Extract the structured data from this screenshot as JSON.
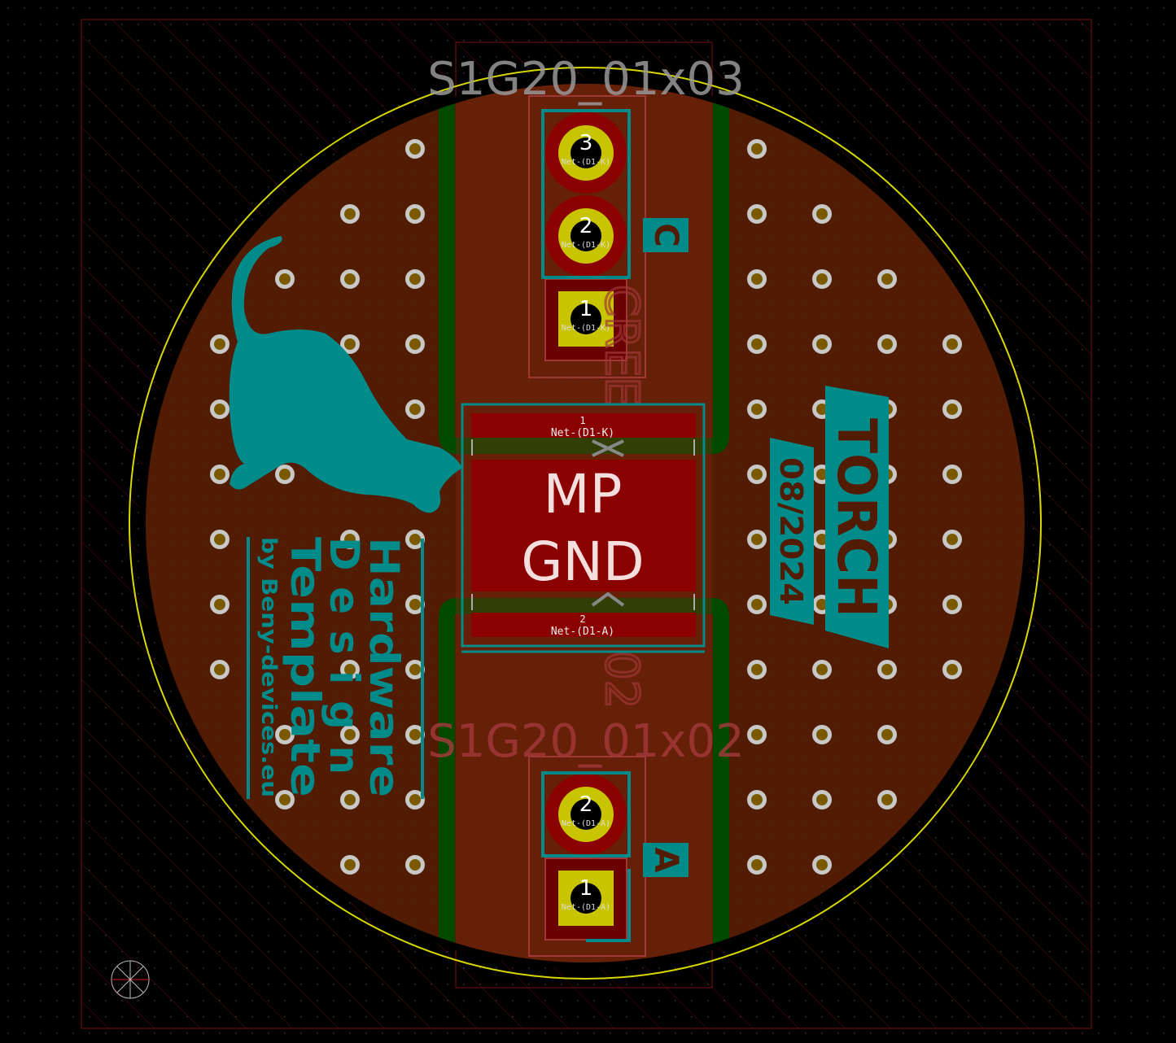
{
  "colors": {
    "background": "#000000",
    "board": "#521b03",
    "copper_pad": "#c8c400",
    "copper_front": "#8b0000",
    "track_green": "#004a00",
    "silkscreen": "#008b8b",
    "courtyard": "#a03838",
    "edge_cuts": "#d8d800",
    "via": "#c8c8c8"
  },
  "footprints": {
    "top_connector": {
      "value": "S1G20_01x03",
      "pads": [
        {
          "number": "3",
          "net": "Net-(D1-K)"
        },
        {
          "number": "2",
          "net": "Net-(D1-K)"
        },
        {
          "number": "1",
          "net": "Net-(D1-K)"
        }
      ],
      "label": "C"
    },
    "bottom_connector": {
      "value": "S1G20_01x02",
      "pads": [
        {
          "number": "2",
          "net": "Net-(D1-A)"
        },
        {
          "number": "1",
          "net": "Net-(D1-A)"
        }
      ],
      "label": "A"
    },
    "led": {
      "reference_top": "CREE",
      "reference_bottom": "02",
      "pad1": {
        "number": "1",
        "net": "Net-(D1-K)"
      },
      "pad2": {
        "number": "2",
        "net": "Net-(D1-A)"
      },
      "center_pad_line1": "MP",
      "center_pad_line2": "GND"
    }
  },
  "silk_text": {
    "title": "TORCH",
    "date": "08/2024",
    "template_line1": "Hardware",
    "template_line2": "Design",
    "template_line3": "Template",
    "template_line4": "by Beny-devices.eu"
  }
}
